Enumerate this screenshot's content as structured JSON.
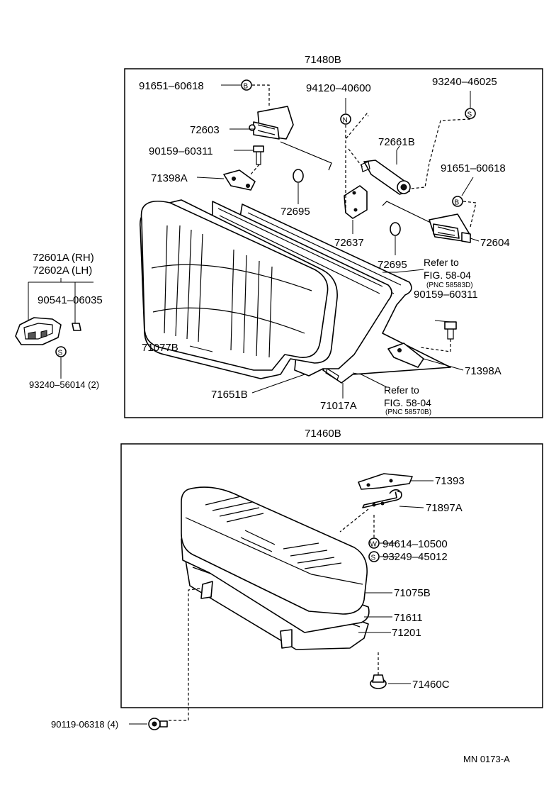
{
  "groups": {
    "upper": "71480B",
    "lower": "71460B"
  },
  "labels": {
    "p91651_a": "91651–60618",
    "p94120": "94120–40600",
    "p93240_46025": "93240–46025",
    "p72603": "72603",
    "p90159_a": "90159–60311",
    "p72661B": "72661B",
    "p91651_b": "91651–60618",
    "p71398A_a": "71398A",
    "p72695_a": "72695",
    "p72637": "72637",
    "p72604": "72604",
    "p72695_b": "72695",
    "p90159_b": "90159–60311",
    "p72601A": "72601A (RH)",
    "p72602A": "72602A (LH)",
    "p90541": "90541–06035",
    "p93240_56014": "93240–56014 (2)",
    "p71077B": "71077B",
    "p71398A_b": "71398A",
    "p71651B": "71651B",
    "p71017A": "71017A",
    "p71393": "71393",
    "p71897A": "71897A",
    "p94614": "94614–10500",
    "p93249": "93249–45012",
    "p71075B": "71075B",
    "p71611": "71611",
    "p71201": "71201",
    "p71460C": "71460C",
    "p90119": "90119-06318 (4)"
  },
  "references": {
    "ref1": {
      "line1": "Refer to",
      "line2": "FIG. 58-04",
      "pnc": "(PNC 58583D)"
    },
    "ref2": {
      "line1": "Refer to",
      "line2": "FIG. 58-04",
      "pnc": "(PNC 58570B)"
    }
  },
  "markers": {
    "B": "B",
    "N": "N",
    "S": "S",
    "W": "W"
  },
  "footer": {
    "code": "MN  0173-A"
  }
}
